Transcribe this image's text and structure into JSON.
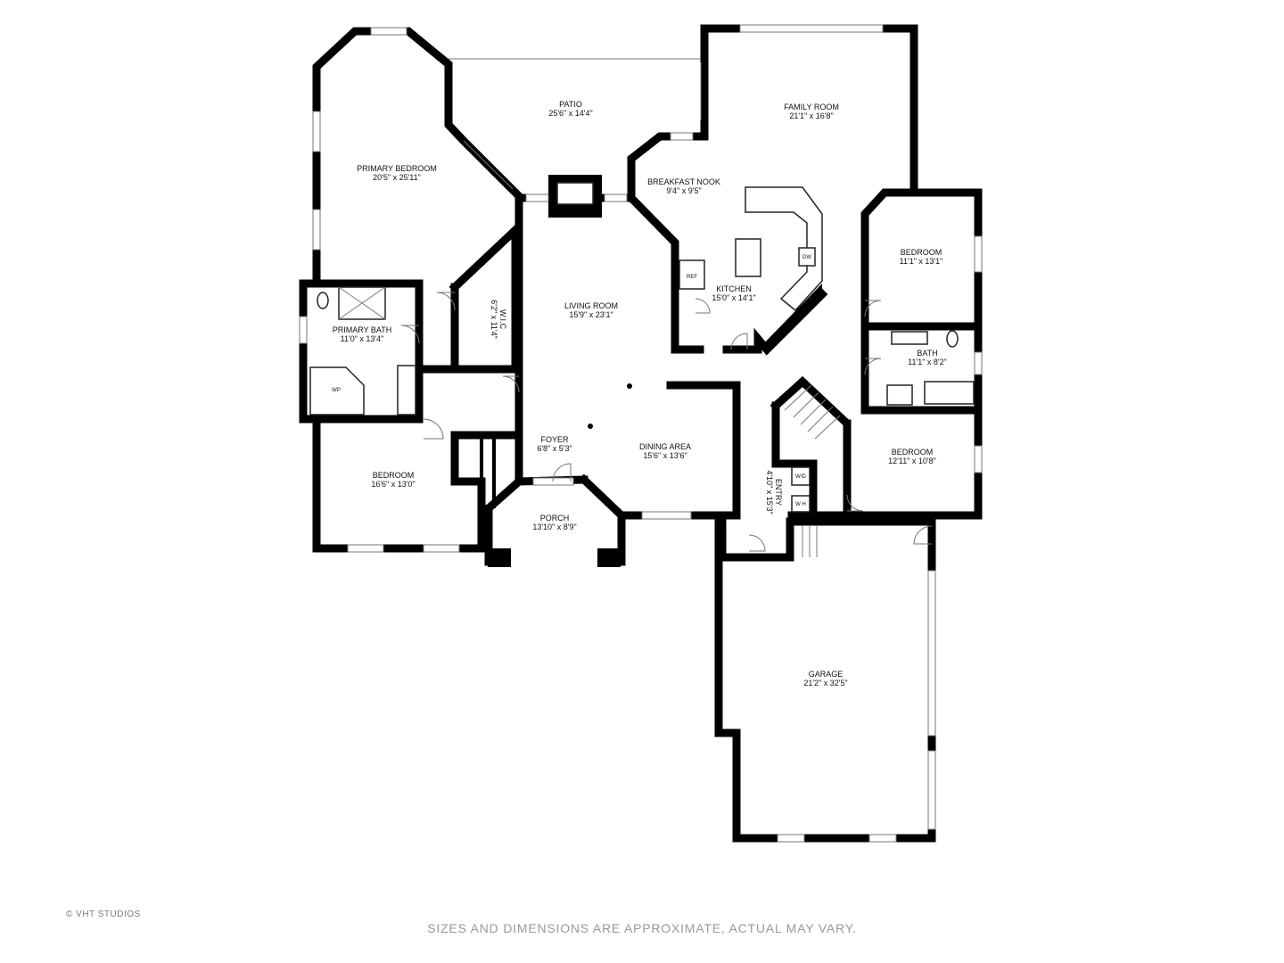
{
  "rooms": {
    "patio": {
      "name": "PATIO",
      "dims": "25'6\" x 14'4\""
    },
    "family_room": {
      "name": "FAMILY ROOM",
      "dims": "21'1\" x 16'8\""
    },
    "primary_bedroom": {
      "name": "PRIMARY BEDROOM",
      "dims": "20'5\" x 25'11\""
    },
    "breakfast_nook": {
      "name": "BREAKFAST NOOK",
      "dims": "9'4\" x 9'5\""
    },
    "bedroom_east": {
      "name": "BEDROOM",
      "dims": "11'1\" x 13'1\""
    },
    "kitchen": {
      "name": "KITCHEN",
      "dims": "15'0\" x 14'1\""
    },
    "living_room": {
      "name": "LIVING ROOM",
      "dims": "15'9\" x 23'1\""
    },
    "wic": {
      "name": "W.I.C",
      "dims": "6'2\" x 11'4\""
    },
    "primary_bath": {
      "name": "PRIMARY BATH",
      "dims": "11'0\" x 13'4\""
    },
    "bath": {
      "name": "BATH",
      "dims": "11'1\" x 8'2\""
    },
    "foyer": {
      "name": "FOYER",
      "dims": "6'8\" x 5'3\""
    },
    "dining_area": {
      "name": "DINING AREA",
      "dims": "15'6\" x 13'6\""
    },
    "bedroom_southeast": {
      "name": "BEDROOM",
      "dims": "12'11\" x 10'8\""
    },
    "entry": {
      "name": "ENTRY",
      "dims": "4'10\" x 15'3\""
    },
    "bedroom_west": {
      "name": "BEDROOM",
      "dims": "16'6\" x 13'0\""
    },
    "porch": {
      "name": "PORCH",
      "dims": "13'10\" x 8'9\""
    },
    "garage": {
      "name": "GARAGE",
      "dims": "21'2\" x 32'5\""
    }
  },
  "fixtures": {
    "refrigerator": "REF",
    "dishwasher": "DW",
    "washer_dryer": "W/D",
    "water_heater": "W H",
    "whirlpool": "WP"
  },
  "footer": {
    "copyright": "© VHT STUDIOS",
    "disclaimer": "SIZES AND DIMENSIONS ARE APPROXIMATE, ACTUAL MAY VARY."
  },
  "colors": {
    "wall": "#000000",
    "window": "#777777",
    "text": "#111111",
    "footer_text": "#999999"
  }
}
